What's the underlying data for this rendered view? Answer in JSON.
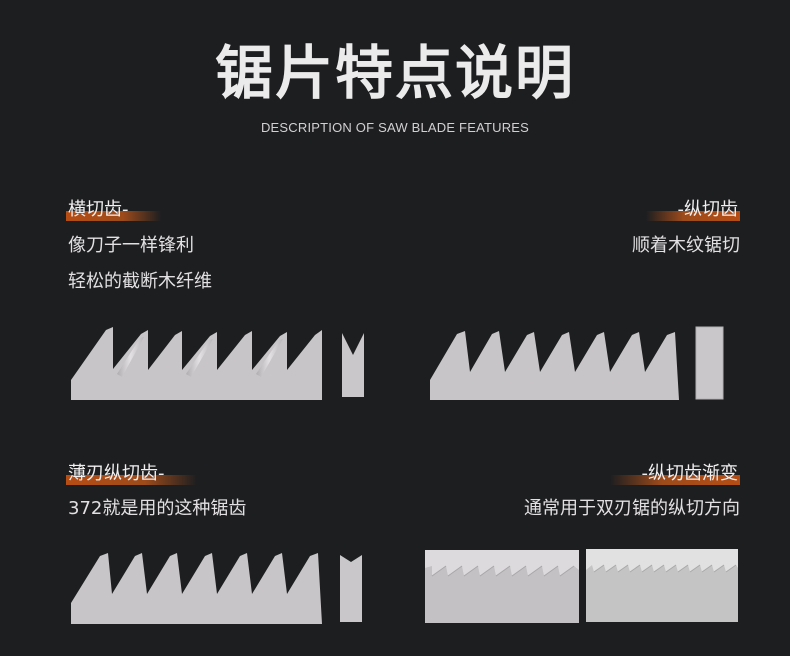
{
  "header": {
    "title": "锯片特点说明",
    "subtitle": "DESCRIPTION OF SAW BLADE FEATURES"
  },
  "colors": {
    "background": "#1d1e20",
    "text": "#e4e2e4",
    "highlight": "#c0561a",
    "blade": "#c6c4c6"
  },
  "features": [
    {
      "heading": "横切齿-",
      "lines": [
        "像刀子一样锋利",
        "轻松的截断木纤维"
      ],
      "align": "left",
      "diagram": "crosscut-teeth-with-v-profile"
    },
    {
      "heading": "-纵切齿",
      "lines": [
        "顺着木纹锯切"
      ],
      "align": "right",
      "diagram": "rip-teeth-with-flat-profile"
    },
    {
      "heading": "薄刃纵切齿-",
      "lines": [
        "372就是用的这种锯齿"
      ],
      "align": "left",
      "diagram": "thin-rip-teeth-with-notched-profile"
    },
    {
      "heading": "-纵切齿渐变",
      "lines": [
        "通常用于双刃锯的纵切方向"
      ],
      "align": "right",
      "diagram": "progressive-rip-teeth"
    }
  ]
}
